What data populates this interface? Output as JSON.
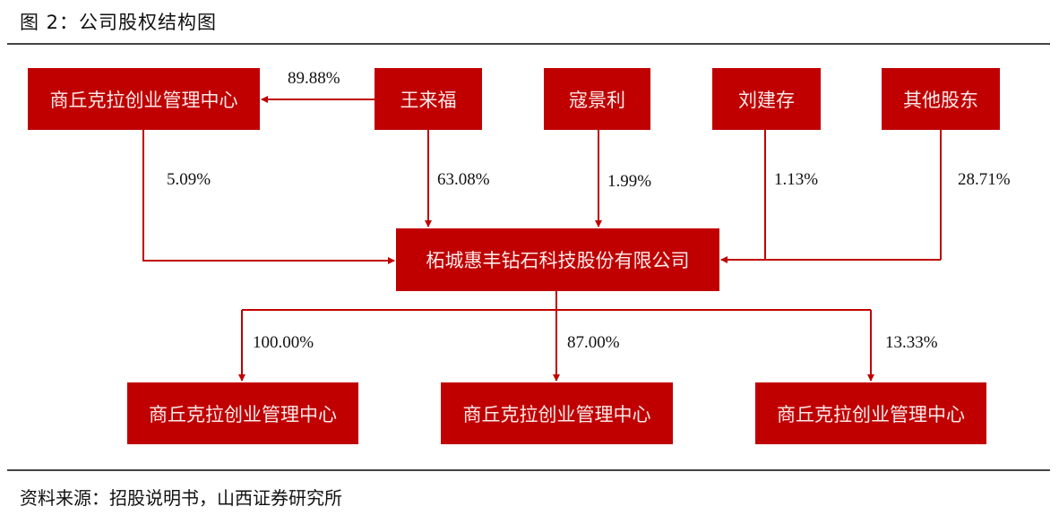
{
  "header": {
    "title": "图 2：公司股权结构图"
  },
  "diagram": {
    "line_color": "#c00000",
    "box_color": "#c00000",
    "shareholders": [
      {
        "id": "sqkl_top",
        "name": "商丘克拉创业管理中心"
      },
      {
        "id": "wlf",
        "name": "王来福"
      },
      {
        "id": "kjl",
        "name": "寇景利"
      },
      {
        "id": "ljc",
        "name": "刘建存"
      },
      {
        "id": "qtgd",
        "name": "其他股东"
      }
    ],
    "company": {
      "name": "柘城惠丰钻石科技股份有限公司"
    },
    "subsidiaries": [
      {
        "name": "商丘克拉创业管理中心"
      },
      {
        "name": "商丘克拉创业管理中心"
      },
      {
        "name": "商丘克拉创业管理中心"
      }
    ],
    "edges": {
      "wlf_to_sqkl": "89.88%",
      "sqkl_to_company": "5.09%",
      "wlf_to_company": "63.08%",
      "kjl_to_company": "1.99%",
      "ljc_to_company": "1.13%",
      "qtgd_to_company": "28.71%",
      "company_to_sub1": "100.00%",
      "company_to_sub2": "87.00%",
      "company_to_sub3": "13.33%"
    }
  },
  "footer": {
    "source": "资料来源：招股说明书，山西证券研究所"
  }
}
